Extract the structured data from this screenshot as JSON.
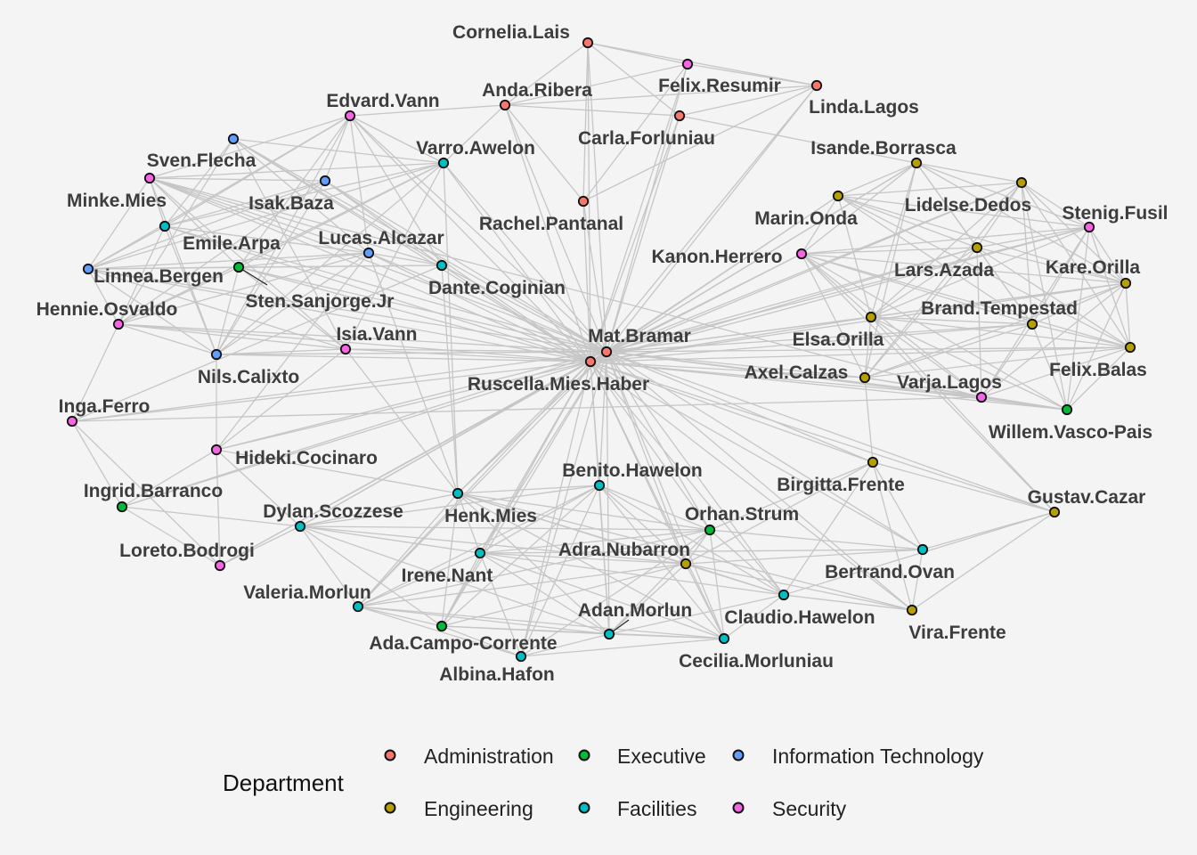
{
  "legend": {
    "title": "Department",
    "items": [
      {
        "label": "Administration",
        "color": "#F8766D"
      },
      {
        "label": "Engineering",
        "color": "#B79F00"
      },
      {
        "label": "Executive",
        "color": "#00BA38"
      },
      {
        "label": "Facilities",
        "color": "#00BFC4"
      },
      {
        "label": "Information Technology",
        "color": "#619CFF"
      },
      {
        "label": "Security",
        "color": "#F564E3"
      }
    ]
  },
  "nodes": [
    {
      "name": "Cornelia.Lais",
      "dept": "Administration"
    },
    {
      "name": "Felix.Resumir",
      "dept": "Security"
    },
    {
      "name": "Linda.Lagos",
      "dept": "Administration"
    },
    {
      "name": "Anda.Ribera",
      "dept": "Administration"
    },
    {
      "name": "Carla.Forluniau",
      "dept": "Administration"
    },
    {
      "name": "Edvard.Vann",
      "dept": "Security"
    },
    {
      "name": "Varro.Awelon",
      "dept": "Facilities"
    },
    {
      "name": "Isande.Borrasca",
      "dept": "Engineering"
    },
    {
      "name": "Sven.Flecha",
      "dept": "Security"
    },
    {
      "name": "Minke.Mies",
      "dept": "Facilities"
    },
    {
      "name": "Isak.Baza",
      "dept": "Information Technology"
    },
    {
      "name": "Rachel.Pantanal",
      "dept": "Administration"
    },
    {
      "name": "Marin.Onda",
      "dept": "Engineering"
    },
    {
      "name": "Lidelse.Dedos",
      "dept": "Engineering"
    },
    {
      "name": "Stenig.Fusil",
      "dept": "Security"
    },
    {
      "name": "Emile.Arpa",
      "dept": "Information Technology"
    },
    {
      "name": "Lucas.Alcazar",
      "dept": "Information Technology"
    },
    {
      "name": "Kanon.Herrero",
      "dept": "Security"
    },
    {
      "name": "Linnea.Bergen",
      "dept": "Information Technology"
    },
    {
      "name": "Sten.Sanjorge.Jr",
      "dept": "Executive"
    },
    {
      "name": "Dante.Coginian",
      "dept": "Facilities"
    },
    {
      "name": "Lars.Azada",
      "dept": "Engineering"
    },
    {
      "name": "Kare.Orilla",
      "dept": "Engineering"
    },
    {
      "name": "Hennie.Osvaldo",
      "dept": "Security"
    },
    {
      "name": "Brand.Tempestad",
      "dept": "Engineering"
    },
    {
      "name": "Isia.Vann",
      "dept": "Security"
    },
    {
      "name": "Mat.Bramar",
      "dept": "Administration"
    },
    {
      "name": "Elsa.Orilla",
      "dept": "Engineering"
    },
    {
      "name": "Nils.Calixto",
      "dept": "Information Technology"
    },
    {
      "name": "Ruscella.Mies.Haber",
      "dept": "Administration"
    },
    {
      "name": "Axel.Calzas",
      "dept": "Engineering"
    },
    {
      "name": "Felix.Balas",
      "dept": "Engineering"
    },
    {
      "name": "Varja.Lagos",
      "dept": "Security"
    },
    {
      "name": "Inga.Ferro",
      "dept": "Security"
    },
    {
      "name": "Willem.Vasco-Pais",
      "dept": "Executive"
    },
    {
      "name": "Hideki.Cocinaro",
      "dept": "Security"
    },
    {
      "name": "Benito.Hawelon",
      "dept": "Facilities"
    },
    {
      "name": "Birgitta.Frente",
      "dept": "Engineering"
    },
    {
      "name": "Ingrid.Barranco",
      "dept": "Executive"
    },
    {
      "name": "Henk.Mies",
      "dept": "Facilities"
    },
    {
      "name": "Gustav.Cazar",
      "dept": "Engineering"
    },
    {
      "name": "Dylan.Scozzese",
      "dept": "Facilities"
    },
    {
      "name": "Orhan.Strum",
      "dept": "Executive"
    },
    {
      "name": "Loreto.Bodrogi",
      "dept": "Security"
    },
    {
      "name": "Adra.Nubarron",
      "dept": "Engineering"
    },
    {
      "name": "Irene.Nant",
      "dept": "Facilities"
    },
    {
      "name": "Bertrand.Ovan",
      "dept": "Facilities"
    },
    {
      "name": "Valeria.Morlun",
      "dept": "Facilities"
    },
    {
      "name": "Adan.Morlun",
      "dept": "Facilities"
    },
    {
      "name": "Claudio.Hawelon",
      "dept": "Facilities"
    },
    {
      "name": "Vira.Frente",
      "dept": "Engineering"
    },
    {
      "name": "Ada.Campo-Corrente",
      "dept": "Executive"
    },
    {
      "name": "Cecilia.Morluniau",
      "dept": "Facilities"
    },
    {
      "name": "Albina.Hafon",
      "dept": "Facilities"
    }
  ]
}
